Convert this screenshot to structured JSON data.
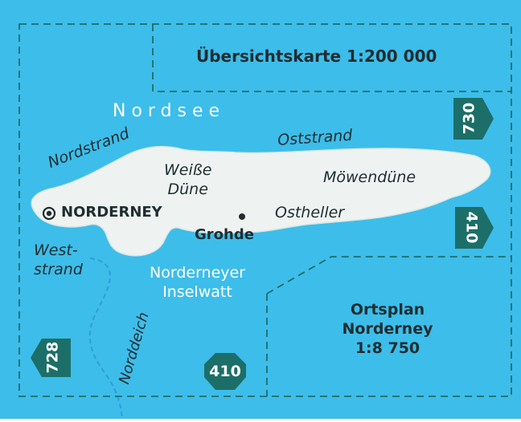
{
  "colors": {
    "sea": "#3dbdea",
    "island": "#eef3f1",
    "island_edge": "#d9e6e3",
    "dashed_line": "#1c6f68",
    "badge": "#1c6f68",
    "road": "#2ba0d8"
  },
  "overview": {
    "label": "Übersichtskarte 1:200 000"
  },
  "sea_label": "Nordsee",
  "places": {
    "nordstrand": "Nordstrand",
    "oststrand": "Oststrand",
    "weisse_duene_line1": "Weiße",
    "weisse_duene_line2": "Düne",
    "moewenduene": "Möwendüne",
    "norderney": "NORDERNEY",
    "grohde": "Grohde",
    "ostheller": "Ostheller",
    "weststrand_line1": "West-",
    "weststrand_line2": "strand",
    "inselwatt_line1": "Norderneyer",
    "inselwatt_line2": "Inselwatt",
    "norddeich": "Norddeich"
  },
  "city_plan": {
    "line1": "Ortsplan",
    "line2": "Norderney",
    "line3": "1:8 750"
  },
  "sheet_badges": {
    "north_right": "730",
    "east_right": "410",
    "bottom": "410",
    "left": "728"
  },
  "icons": {
    "town_marker": "circle-dot-icon",
    "village_marker": "dot-icon"
  }
}
